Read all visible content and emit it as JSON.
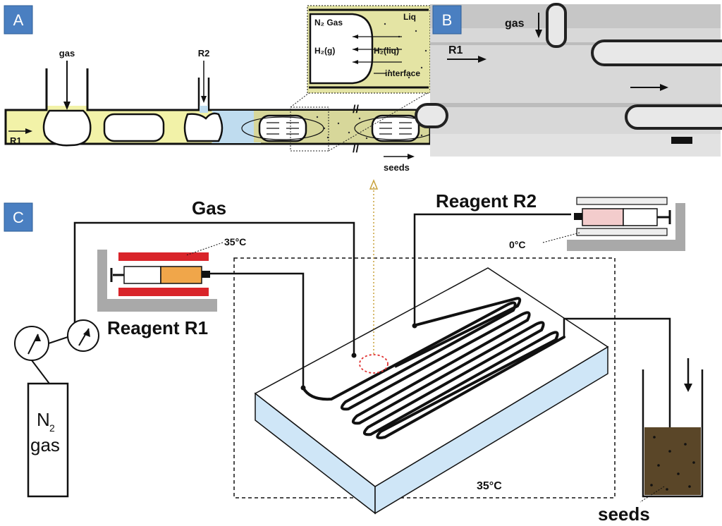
{
  "panels": {
    "a": {
      "badge": "A",
      "labels": {
        "gas": "gas",
        "r2": "R2",
        "r1": "R1",
        "seeds": "seeds",
        "inset_gas": "N₂ Gas",
        "inset_liq": "Liq",
        "inset_h2g": "H₂(g)",
        "inset_h2liq": "H₂(liq)",
        "inset_interface": "interface"
      }
    },
    "b": {
      "badge": "B",
      "labels": {
        "gas": "gas",
        "r1": "R1"
      }
    },
    "c": {
      "badge": "C",
      "labels": {
        "gas_line": "Gas",
        "reagent_r2": "Reagent R2",
        "reagent_r1": "Reagent R1",
        "temp_r1": "35°C",
        "temp_r2": "0°C",
        "temp_chip": "35°C",
        "n2_top": "N",
        "n2_sub": "2",
        "n2_bottom": "gas",
        "seeds": "seeds"
      }
    }
  },
  "colors": {
    "badge": "#4a7fc1",
    "reagent_r1_fill": "#f0a64a",
    "reagent_r2_fill": "#f3cccc",
    "heater_red": "#d9242a",
    "r1_liquid": "#f2f2a8",
    "r2_liquid": "#bfdcef",
    "chip_side": "#cfe6f7",
    "seeds_fill": "#5a4628",
    "gas_arrow": "#c8a23c",
    "highlight_circle": "#e03030"
  }
}
